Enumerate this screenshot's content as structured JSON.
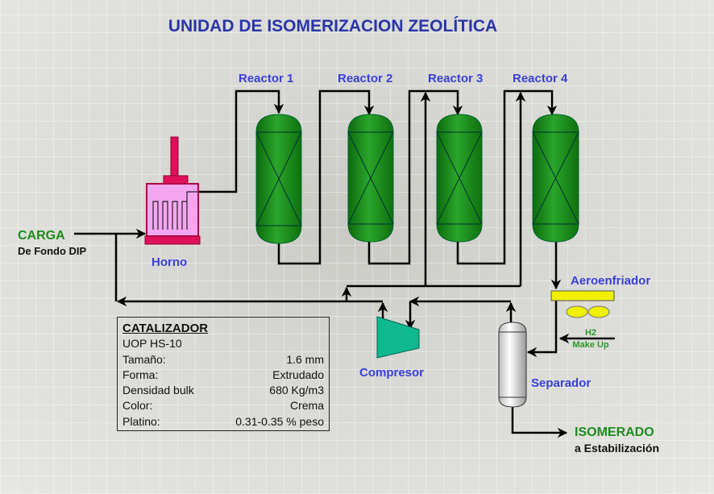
{
  "title": "UNIDAD DE ISOMERIZACION ZEOLÍTICA",
  "reactors": [
    "Reactor 1",
    "Reactor 2",
    "Reactor 3",
    "Reactor 4"
  ],
  "feed": {
    "label": "CARGA",
    "sub": "De Fondo DIP"
  },
  "furnace": "Horno",
  "compressor": "Compresor",
  "separator": "Separador",
  "cooler": "Aeroenfriador",
  "h2": {
    "line1": "H2",
    "line2": "Make Up"
  },
  "product": {
    "label": "ISOMERADO",
    "sub": "a Estabilización"
  },
  "catalyst": {
    "heading": "CATALIZADOR",
    "type": "UOP  HS-10",
    "rows": [
      {
        "k": "Tamaño:",
        "v": "1.6 mm"
      },
      {
        "k": "Forma:",
        "v": "Extrudado"
      },
      {
        "k": "Densidad bulk",
        "v": "680 Kg/m3"
      },
      {
        "k": "Color:",
        "v": "Crema"
      },
      {
        "k": "Platino:",
        "v": "0.31-0.35 % peso"
      }
    ]
  },
  "colors": {
    "title": "#2a35a8",
    "label": "#3a3fd8",
    "green": "#1e8c1e",
    "reactor": "#1f8f1f",
    "furnace": "#f5a6f0",
    "compressor": "#10b890",
    "cooler": "#f0f000"
  }
}
